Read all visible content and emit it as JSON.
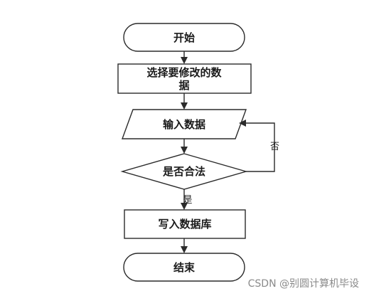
{
  "flowchart": {
    "start": "开始",
    "select_line1": "选择要修改的数",
    "select_line2": "据",
    "input": "输入数据",
    "decision": "是否合法",
    "no_label": "否",
    "yes_label": "是",
    "write": "写入数据库",
    "end": "结束"
  },
  "watermark": "CSDN @别圆计算机毕设",
  "colors": {
    "stroke": "#2b2b2b",
    "text": "#1a1a1a",
    "watermark": "#8a8a8a"
  }
}
